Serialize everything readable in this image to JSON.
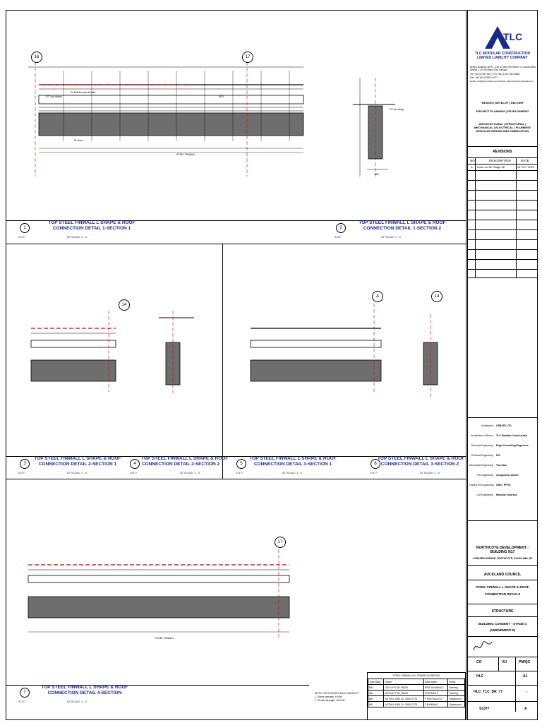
{
  "details": [
    {
      "num": "1",
      "title1": "TOP STEEL FINWALL L SHAPE & ROOF",
      "title2": "CONNECTION DETAIL 1-SECTION 1",
      "scale": "AT SCALE 1 : 5",
      "sheet": "S1377"
    },
    {
      "num": "2",
      "title1": "TOP STEEL FINWALL L SHAPE & ROOF",
      "title2": "CONNECTION DETAIL 1-SECTION 2",
      "scale": "AT SCALE 1 : 5",
      "sheet": "S1377"
    },
    {
      "num": "3",
      "title1": "TOP STEEL FINWALL L SHAPE & ROOF",
      "title2": "CONNECTION DETAIL 2-SECTION 1",
      "scale": "AT SCALE 1 : 5",
      "sheet": "S1377"
    },
    {
      "num": "4",
      "title1": "TOP STEEL FINWALL L SHAPE & ROOF",
      "title2": "CONNECTION DETAIL 2-SECTION 2",
      "scale": "AT SCALE 1 : 5",
      "sheet": "S1377"
    },
    {
      "num": "5",
      "title1": "TOP STEEL FINWALL L SHAPE & ROOF",
      "title2": "CONNECTION DETAIL 3-SECTION 1",
      "scale": "AT SCALE 1 : 5",
      "sheet": "S1377"
    },
    {
      "num": "6",
      "title1": "TOP STEEL FINWALL L SHAPE & ROOF",
      "title2": "CONNECTION DETAIL 3-SECTION 2",
      "scale": "AT SCALE 1 : 5",
      "sheet": "S1377"
    },
    {
      "num": "7",
      "title1": "TOP STEEL FINWALL L SHAPE & ROOF",
      "title2": "CONNECTION DETAIL 4-SECTION",
      "scale": "AT SCALE 1 : 5",
      "sheet": "S1377"
    }
  ],
  "grid": {
    "g16": "16",
    "g17": "17",
    "g14": "14",
    "gA": "A",
    "g17b": "17"
  },
  "labels": {
    "fc": "FC tun sking",
    "steel": "STEEL FINWALL",
    "bolt": "2x Bolt/Screws & Bolts",
    "pl": "PL 6mm",
    "m": "M10",
    "d150": "150"
  },
  "titleblock": {
    "company": "TLC MODULAR CONSTRUCTION LIMITED LIABILITY COMPANY",
    "logo": "TLC",
    "address": "Dream Building, 4th FL, 126 Vo Van Kiet Street, Co Giang Ward, District 1, Ho Chi Minh City, Vietnam",
    "tel": "Tel: +84 (0) 28 7300 7779   +84 (0) 28 7301 8866",
    "fax": "Fax: +84 (0) 28 3822 4077",
    "email": "Email: info@tlcmodular.com    Website: https://www.tlcmodular.com",
    "slogan": "\"DESIGN | DEVELOP | DELIVER\"",
    "services1": "PROJECT PLANNING | DEVELOPMENT",
    "services2": "ARCHITECTURAL | STRUCTURAL | MECHANICAL | ELECTRICAL | PLUMBING MODULAR DESIGN AND FABRICATION",
    "revisions": "REVISIONS",
    "rev_no": "NO",
    "rev_desc": "DESCRIPTION",
    "rev_date": "DATE",
    "rev1_no": "A",
    "rev1_desc": "Issue for BC Stage 4E",
    "rev1_date": "24 OCT 2024",
    "consult_roles": [
      "Architecture",
      "Architecture of Record",
      "Structural Engineering",
      "Electrical Engineering",
      "Mechanical Engineering",
      "Fire Engineering",
      "Passive fire Engineering",
      "Civil Engineering"
    ],
    "consult_names": [
      "CREATE LTD",
      "TLC Modular Construction",
      "Edge Consulting Engineers",
      "RCI",
      "Thornton",
      "Cosgroves Limited",
      "GHD / PFITS",
      "Harrison Grierson"
    ],
    "project": "NORTHCOTE DEVELOPMENT - BUILDING N17",
    "address2": "4 FRASER AVENUE, NORTHCOTE, AUCKLAND, NZ",
    "council": "AUCKLAND COUNCIL",
    "drawing1": "STEEL FINWALL L SHAPE & ROOF",
    "drawing2": "CONNECTION DETAILS",
    "discipline": "STRUCTURE",
    "stage1": "BUILDING CONSENT - STAGE 4",
    "stage2": "(AMENDMENT E)",
    "drawn": "CO",
    "checked": "VU",
    "approved": "PM/QC",
    "client": "HLC",
    "size": "A1",
    "file": "HLC_TLC_DR_77",
    "dash": "-",
    "sheet": "S1377",
    "rev": "A"
  },
  "schedule": {
    "title": "STEEL FINWALL M-L FRAME SCHEDULE",
    "head": [
      "Type Mark",
      "Grade",
      "Description",
      "Finish"
    ],
    "rows": [
      [
        "M8",
        "GR 8.8 FT 50 SS400",
        "PFM 100x50x5.0",
        "Painting"
      ],
      [
        "M8",
        "GR 8.8 FT 50 SS400",
        "PFM 80x5.0",
        "Painting"
      ],
      [
        "M8",
        "ASTM A 1080 Gr. G450 Z275",
        "P 80x75x10/2.0",
        "Galvanized"
      ],
      [
        "M8",
        "ASTM A 1080 Gr. G450 Z275",
        "P 80x80x10",
        "Galvanized"
      ]
    ]
  },
  "notes": {
    "l1": "NOTE FOR SCREW'S Mech CAPACITY",
    "l2": "1. Shear strength: 8.9 kN",
    "l3": "2. Tensile strength: 18.3 kN"
  }
}
